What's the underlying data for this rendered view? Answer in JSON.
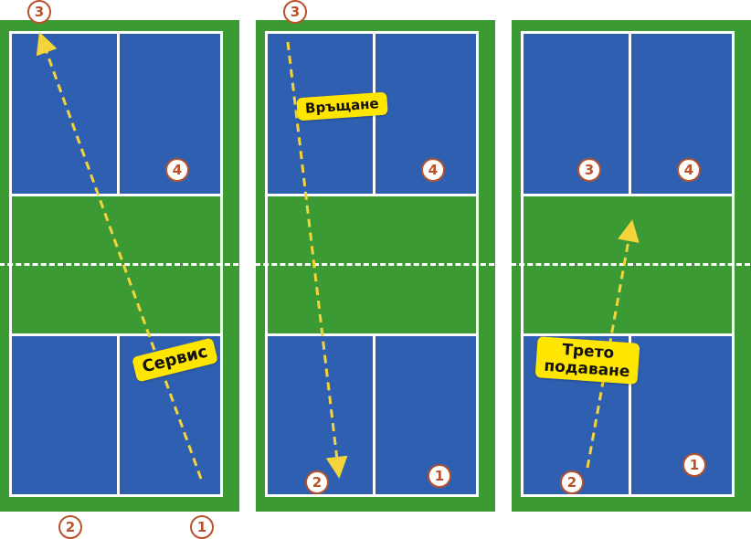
{
  "colors": {
    "court_blue": "#2f5fb0",
    "kitchen_green": "#3c9a35",
    "lines": "#ffffff",
    "arrow": "#f3d43a",
    "label_bg": "#ffe600",
    "marker": "#b8522a"
  },
  "panels": [
    {
      "markers": {
        "p3_top": "3",
        "p4": "4",
        "p2_bottom": "2",
        "p1_bottom": "1"
      },
      "label": "Сервис"
    },
    {
      "markers": {
        "p3_top": "3",
        "p4": "4",
        "p2": "2",
        "p1": "1"
      },
      "label": "Връщане"
    },
    {
      "markers": {
        "p3": "3",
        "p4": "4",
        "p2": "2",
        "p1": "1"
      },
      "label_line1": "Трето",
      "label_line2": "подаване"
    }
  ]
}
